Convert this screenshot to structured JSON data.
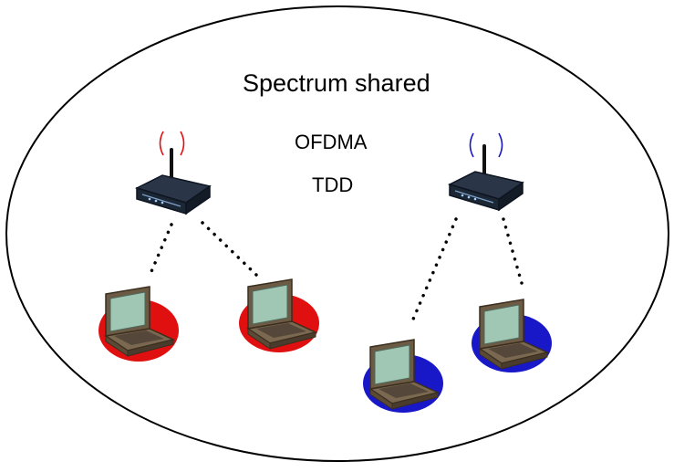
{
  "diagram": {
    "title": "Spectrum shared",
    "schemes": [
      "OFDMA",
      "TDD"
    ]
  },
  "colors": {
    "group_a": "#e01010",
    "group_b": "#1818c8",
    "boundary": "#000000",
    "router_body": "#1c2736",
    "laptop_body": "#6b5a44",
    "laptop_screen": "#9fc7b4"
  },
  "icons": {
    "access_point": "wifi-router-icon",
    "client": "laptop-icon",
    "signal": "radio-wave-icon"
  },
  "networks": [
    {
      "group": "group_a",
      "router": "router-left",
      "clients": [
        "laptop-left-1",
        "laptop-left-2"
      ]
    },
    {
      "group": "group_b",
      "router": "router-right",
      "clients": [
        "laptop-right-1",
        "laptop-right-2"
      ]
    }
  ]
}
